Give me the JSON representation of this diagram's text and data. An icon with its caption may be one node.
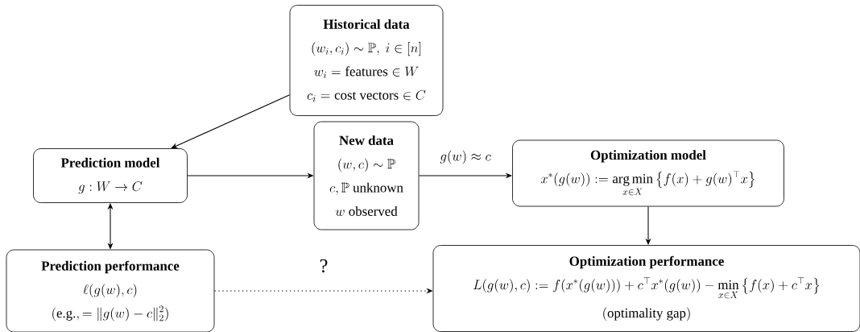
{
  "diagram": {
    "nodes": [
      {
        "text": [
          "Historical data",
          "(w_i,c_i)\\sim\\mathbb{P},\\ i\\in[n]",
          "w_i=\\text{features}\\in W",
          "c_i=\\text{cost vectors}\\in C"
        ]
      },
      {
        "text": [
          "Prediction model",
          "g: W\\to C"
        ]
      },
      {
        "text": [
          "New data",
          "(w,c)\\sim\\mathbb{P}",
          "c,\\mathbb{P}\\ \\text{unknown}",
          "w\\ \\text{observed}"
        ]
      },
      {
        "text": [
          "Optimization model",
          "x^*(g(w)) := \\operatorname*{arg\\,min}_{x\\in X}\\left\\{f(x)+g(w)^\\top x\\right\\}"
        ]
      },
      {
        "text": [
          "Prediction performance",
          "\\ell(g(w),c)",
          "(\\text{e.g.}, = \\|g(w)-c\\|_2^2)"
        ]
      },
      {
        "text": [
          "Optimization performance",
          "L(g(w),c) := f(x^*(g(w))) + c^\\top x^*(g(w)) - \\min_{x\\in X}\\left\\{f(x)+c^\\top x\\right\\}",
          "(\\text{optimality gap})"
        ]
      }
    ],
    "edges": [
      {
        "from": 0,
        "to": 1,
        "arrow": "to"
      },
      {
        "from": 1,
        "to": 2,
        "arrow": "to"
      },
      {
        "from": 2,
        "to": 3,
        "arrow": "to",
        "label": "g(w)\\approx c"
      },
      {
        "from": 1,
        "to": 4,
        "arrow": "both"
      },
      {
        "from": 4,
        "to": 5,
        "arrow": "to",
        "label": "?",
        "style": "dashed"
      },
      {
        "from": 3,
        "to": 5,
        "arrow": "to"
      }
    ]
  }
}
